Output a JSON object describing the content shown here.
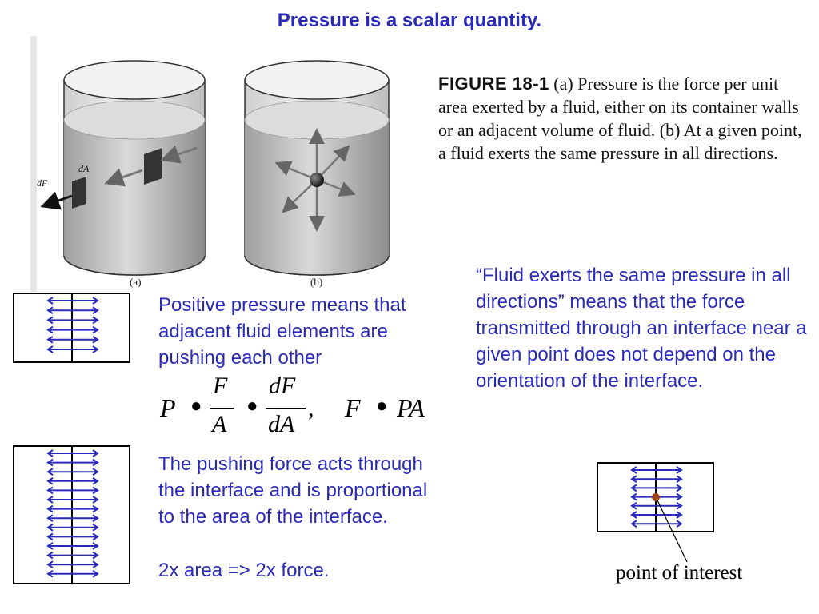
{
  "title": "Pressure is a scalar quantity.",
  "figure": {
    "label": "FIGURE 18-1",
    "caption_a_marker": "(a)",
    "caption_part1": " Pressure is the force per unit area exerted by a fluid, either on its container walls or an adjacent volume of fluid. ",
    "caption_b_marker": "(b)",
    "caption_part2": " At a given point, a fluid exerts the same pressure in all directions.",
    "panel_a_label": "(a)",
    "panel_b_label": "(b)",
    "dF_label": "dF",
    "dA_label": "dA"
  },
  "text_blocks": {
    "positive_pressure": "Positive pressure means that adjacent fluid elements are pushing each other",
    "pushing_force": "The pushing force acts through the interface and is proportional to the area of the interface.",
    "area_force": "2x area => 2x force.",
    "same_pressure": "“Fluid exerts the same pressure in all directions” means that the force transmitted through an interface near a given point does not depend on the orientation of the interface."
  },
  "equation": {
    "P": "P",
    "F_num": "F",
    "A_den": "A",
    "dF_num": "dF",
    "dA_den": "dA",
    "comma": ",",
    "F": "F",
    "PA": "PA",
    "bullet": "●"
  },
  "point_label": "point of interest",
  "colors": {
    "title_blue": "#2a2ab8",
    "arrow_blue": "#2a2ab8",
    "point_color": "#a0441a"
  },
  "diagrams": {
    "small_box_arrow_rows": 6,
    "tall_box_arrow_rows": 14,
    "right_box_arrow_rows": 7
  }
}
